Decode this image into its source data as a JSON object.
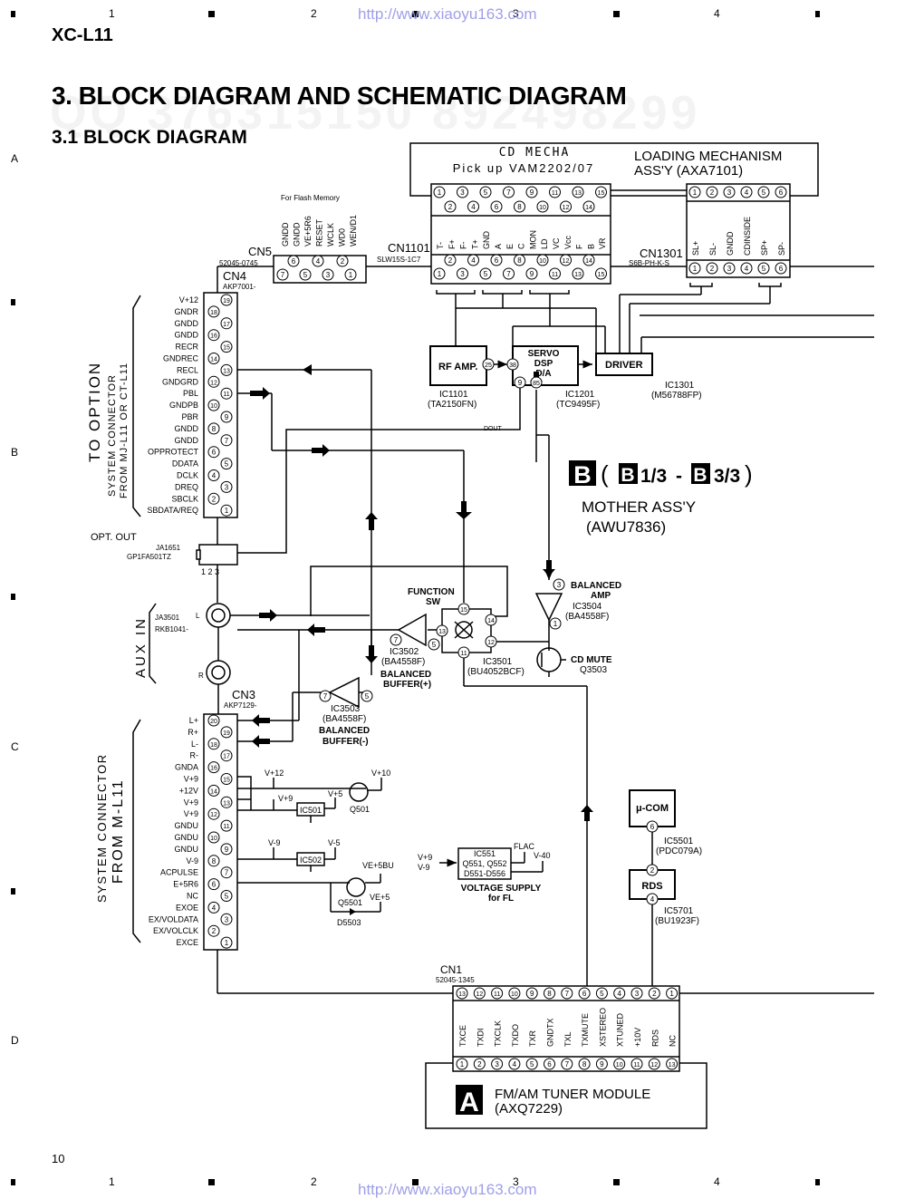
{
  "page": {
    "model": "XC-L11",
    "title": "3. BLOCK DIAGRAM AND SCHEMATIC DIAGRAM",
    "subtitle": "3.1 BLOCK DIAGRAM",
    "page_number": "10",
    "watermark_url": "http://www.xiaoyu163.com",
    "watermark_qq": "QQ 376315150   892498299",
    "col_labels": [
      "1",
      "2",
      "3",
      "4"
    ],
    "row_labels": [
      "A",
      "B",
      "C",
      "D"
    ]
  },
  "cd_mecha": {
    "title": "CD MECHA",
    "pickup": "Pick up VAM2202/07",
    "loading_line1": "LOADING MECHANISM",
    "loading_line2": "ASS'Y (AXA7101)"
  },
  "cn1101": {
    "name": "CN1101",
    "part": "SLW15S-1C7",
    "signals": [
      "T-",
      "F+",
      "F-",
      "T+",
      "GND",
      "A",
      "E",
      "C",
      "MON",
      "LD",
      "VC",
      "Vcc",
      "F",
      "B",
      "VR"
    ],
    "pins_odd": [
      "1",
      "3",
      "5",
      "7",
      "9",
      "11",
      "13",
      "15"
    ],
    "pins_even": [
      "2",
      "4",
      "6",
      "8",
      "10",
      "12",
      "14"
    ]
  },
  "cn1301": {
    "name": "CN1301",
    "part": "S6B-PH-K-S",
    "signals": [
      "SL+",
      "SL-",
      "GNDD",
      "CDINSIDE",
      "SP+",
      "SP-"
    ],
    "pins": [
      "1",
      "2",
      "3",
      "4",
      "5",
      "6"
    ]
  },
  "cn5": {
    "name": "CN5",
    "part": "52045-0745",
    "note": "For Flash Memory",
    "signals": [
      "GNDD",
      "GNDD",
      "VE+5R6",
      "RESET",
      "WCLK",
      "WD0",
      "WEN/D1"
    ],
    "pins_top": [
      "6",
      "4",
      "2"
    ],
    "pins_bottom": [
      "7",
      "5",
      "3",
      "1"
    ]
  },
  "cn4": {
    "name": "CN4",
    "part": "AKP7001-",
    "side_title": "TO OPTION",
    "side_sub1": "SYSTEM CONNECTOR",
    "side_sub2": "FROM  MJ-L11  OR  CT-L11",
    "rows": [
      {
        "pin": "19",
        "label": "V+12"
      },
      {
        "pin": "18",
        "label": "GNDR"
      },
      {
        "pin": "17",
        "label": "GNDD"
      },
      {
        "pin": "16",
        "label": "GNDD"
      },
      {
        "pin": "15",
        "label": "RECR"
      },
      {
        "pin": "14",
        "label": "GNDREC"
      },
      {
        "pin": "13",
        "label": "RECL"
      },
      {
        "pin": "12",
        "label": "GNDGRD"
      },
      {
        "pin": "11",
        "label": "PBL"
      },
      {
        "pin": "10",
        "label": "GNDPB"
      },
      {
        "pin": "9",
        "label": "PBR"
      },
      {
        "pin": "8",
        "label": "GNDD"
      },
      {
        "pin": "7",
        "label": "GNDD"
      },
      {
        "pin": "6",
        "label": "OPPROTECT"
      },
      {
        "pin": "5",
        "label": "DDATA"
      },
      {
        "pin": "4",
        "label": "DCLK"
      },
      {
        "pin": "3",
        "label": "DREQ"
      },
      {
        "pin": "2",
        "label": "SBCLK"
      },
      {
        "pin": "1",
        "label": "SBDATA/REQ"
      }
    ]
  },
  "opt_out": {
    "label": "OPT.  OUT",
    "jack": "JA1651",
    "part": "GP1FA501TZ",
    "pins": "1 2 3"
  },
  "aux_in": {
    "label": "AUX IN",
    "jack": "JA3501",
    "part": "RKB1041-",
    "left": "L",
    "right": "R"
  },
  "cn3": {
    "name": "CN3",
    "part": "AKP7129-",
    "side_sub1": "SYSTEM  CONNECTOR",
    "side_sub2": "FROM  M-L11",
    "rows": [
      {
        "pin": "20",
        "label": "L+"
      },
      {
        "pin": "19",
        "label": "R+"
      },
      {
        "pin": "18",
        "label": "L-"
      },
      {
        "pin": "17",
        "label": "R-"
      },
      {
        "pin": "16",
        "label": "GNDA"
      },
      {
        "pin": "15",
        "label": "V+9"
      },
      {
        "pin": "14",
        "label": "+12V"
      },
      {
        "pin": "13",
        "label": "V+9"
      },
      {
        "pin": "12",
        "label": "V+9"
      },
      {
        "pin": "11",
        "label": "GNDU"
      },
      {
        "pin": "10",
        "label": "GNDU"
      },
      {
        "pin": "9",
        "label": "GNDU"
      },
      {
        "pin": "8",
        "label": "V-9"
      },
      {
        "pin": "7",
        "label": "ACPULSE"
      },
      {
        "pin": "6",
        "label": "E+5R6"
      },
      {
        "pin": "5",
        "label": "NC"
      },
      {
        "pin": "4",
        "label": "EXOE"
      },
      {
        "pin": "3",
        "label": "EX/VOLDATA"
      },
      {
        "pin": "2",
        "label": "EX/VOLCLK"
      },
      {
        "pin": "1",
        "label": "EXCE"
      }
    ]
  },
  "blocks": {
    "rf_amp": {
      "label": "RF AMP.",
      "ic": "IC1101",
      "part": "(TA2150FN)",
      "pin": "25"
    },
    "servo": {
      "l1": "SERVO",
      "l2": "DSP",
      "l3": "D/A",
      "ic": "IC1201",
      "part": "(TC9495F)",
      "pin_in": "38",
      "pin_a": "9",
      "pin_b": "85",
      "dout": "DOUT"
    },
    "driver": {
      "label": "DRIVER",
      "ic": "IC1301",
      "part": "(M56788FP)"
    },
    "function_sw": {
      "l1": "FUNCTION",
      "l2": "SW",
      "ic": "IC3501",
      "part": "(BU4052BCF)",
      "pins": [
        "15",
        "14",
        "13",
        "12",
        "11"
      ]
    },
    "ic3502": {
      "ic": "IC3502",
      "part": "(BA4558F)",
      "l1": "BALANCED",
      "l2": "BUFFER(+)",
      "pin_out": "7",
      "pin_in": "5"
    },
    "ic3503": {
      "ic": "IC3503",
      "part": "(BA4558F)",
      "l1": "BALANCED",
      "l2": "BUFFER(-)",
      "pin_out": "7",
      "pin_in": "5"
    },
    "ic3504": {
      "ic": "IC3504",
      "part": "(BA4558F)",
      "l1": "BALANCED",
      "l2": "AMP",
      "pin_in": "3",
      "pin_out": "1"
    },
    "cd_mute": {
      "label": "CD MUTE",
      "ref": "Q3503"
    },
    "mother": {
      "badge": "B",
      "range_a": "1/3",
      "dash": "-",
      "range_b": "3/3",
      "l1": "MOTHER ASS'Y",
      "l2": "(AWU7836)"
    },
    "ucom": {
      "label": "μ-COM",
      "ic": "IC5501",
      "part": "(PDC079A)",
      "pin": "6"
    },
    "rds": {
      "label": "RDS",
      "ic": "IC5701",
      "part": "(BU1923F)",
      "pin_top": "2",
      "pin_bottom": "4"
    }
  },
  "power": {
    "v12": "V+12",
    "v10": "V+10",
    "v9": "V+9",
    "v5": "V+5",
    "ic501": "IC501",
    "q501": "Q501",
    "vm9": "V-9",
    "vm5": "V-5",
    "ic502": "IC502",
    "ve5bu": "VE+5BU",
    "ve5": "VE+5",
    "q5501": "Q5501",
    "d5503": "D5503",
    "fl_in1": "V+9",
    "fl_in2": "V-9",
    "fl_l1": "IC551",
    "fl_l2": "Q551, Q552",
    "fl_l3": "D551-D556",
    "flac": "FLAC",
    "v40": "V-40",
    "fl_title1": "VOLTAGE SUPPLY",
    "fl_title2": "for FL"
  },
  "cn1": {
    "name": "CN1",
    "part": "52045-1345",
    "pins_top": [
      "13",
      "12",
      "11",
      "10",
      "9",
      "8",
      "7",
      "6",
      "5",
      "4",
      "3",
      "2",
      "1"
    ],
    "signals": [
      "TXCE",
      "TXDI",
      "TXCLK",
      "TXDO",
      "TXR",
      "GNDTX",
      "TXL",
      "TXMUTE",
      "XSTEREO",
      "XTUNED",
      "+10V",
      "RDS",
      "NC"
    ],
    "pins_bottom": [
      "1",
      "2",
      "3",
      "4",
      "5",
      "6",
      "7",
      "8",
      "9",
      "10",
      "11",
      "12",
      "13"
    ]
  },
  "tuner": {
    "badge": "A",
    "l1": "FM/AM TUNER MODULE",
    "l2": "(AXQ7229)"
  }
}
